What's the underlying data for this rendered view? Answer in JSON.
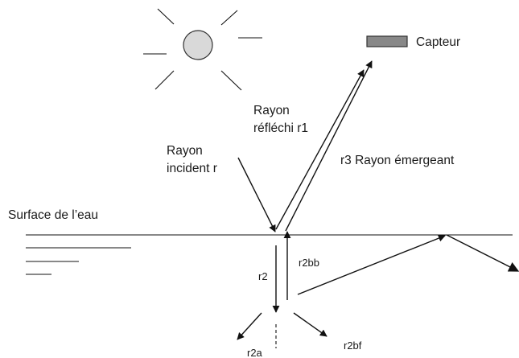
{
  "labels": {
    "sensor": "Capteur",
    "reflected_ray_line1": "Rayon",
    "reflected_ray_line2": "réfléchi r1",
    "incident_ray_line1": "Rayon",
    "incident_ray_line2": "incident r",
    "emergent_ray": "r3 Rayon émergeant",
    "water_surface": "Surface de l’eau",
    "r2": "r2",
    "r2bb": "r2bb",
    "r2a": "r2a",
    "r2bf": "r2bf"
  },
  "icons": {
    "sun": "sun-icon",
    "sensor": "sensor-icon"
  },
  "colors": {
    "sun_fill": "#d9d9d9",
    "sensor_fill": "#888888",
    "stroke": "#111111"
  }
}
